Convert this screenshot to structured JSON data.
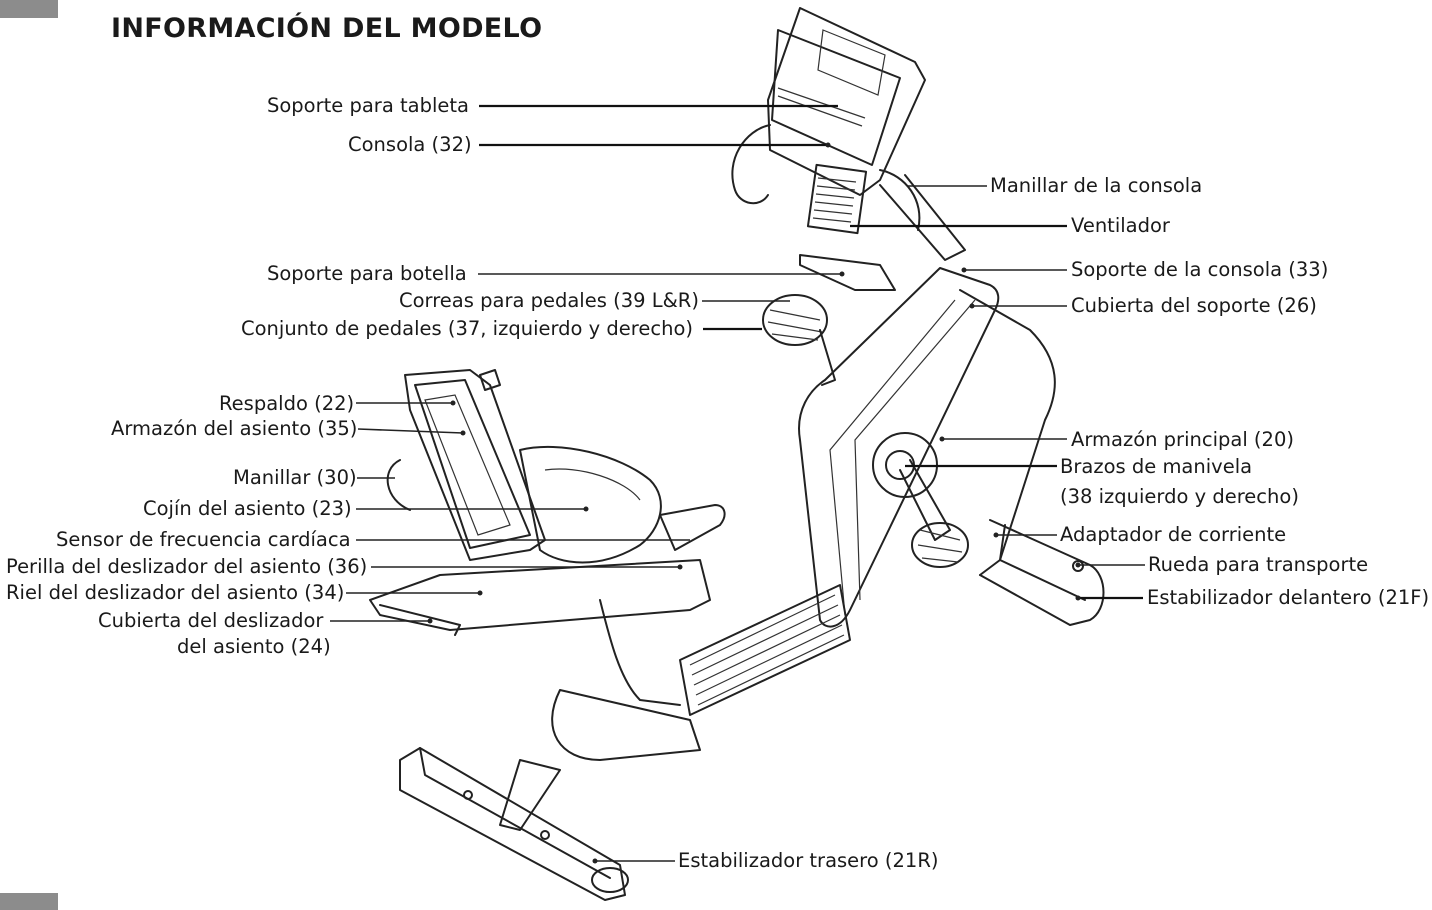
{
  "title": "INFORMACIÓN DEL MODELO",
  "labels": {
    "tablet_holder": "Soporte para tableta",
    "console": "Consola (32)",
    "bottle_holder": "Soporte para botella",
    "pedal_straps": "Correas para pedales (39 L&R)",
    "pedal_assembly": "Conjunto de pedales (37, izquierdo y derecho)",
    "backrest": "Respaldo (22)",
    "seat_frame": "Armazón del asiento (35)",
    "handlebar": "Manillar (30)",
    "seat_cushion": "Cojín del asiento (23)",
    "heart_rate_sensor": "Sensor de frecuencia cardíaca",
    "seat_slider_knob": "Perilla del deslizador del asiento (36)",
    "seat_slider_rail": "Riel del deslizador del asiento (34)",
    "seat_slider_cover_1": "Cubierta del deslizador",
    "seat_slider_cover_2": "del asiento (24)",
    "rear_stabilizer": "Estabilizador trasero (21R)",
    "console_handlebar": "Manillar de la consola",
    "fan": "Ventilador",
    "console_mast": "Soporte de la consola (33)",
    "mast_cover": "Cubierta del soporte (26)",
    "main_frame": "Armazón principal (20)",
    "crank_arms_1": "Brazos de manivela",
    "crank_arms_2": "(38 izquierdo y derecho)",
    "power_adapter": "Adaptador de corriente",
    "transport_wheel": "Rueda para transporte",
    "front_stabilizer": "Estabilizador delantero (21F)"
  }
}
